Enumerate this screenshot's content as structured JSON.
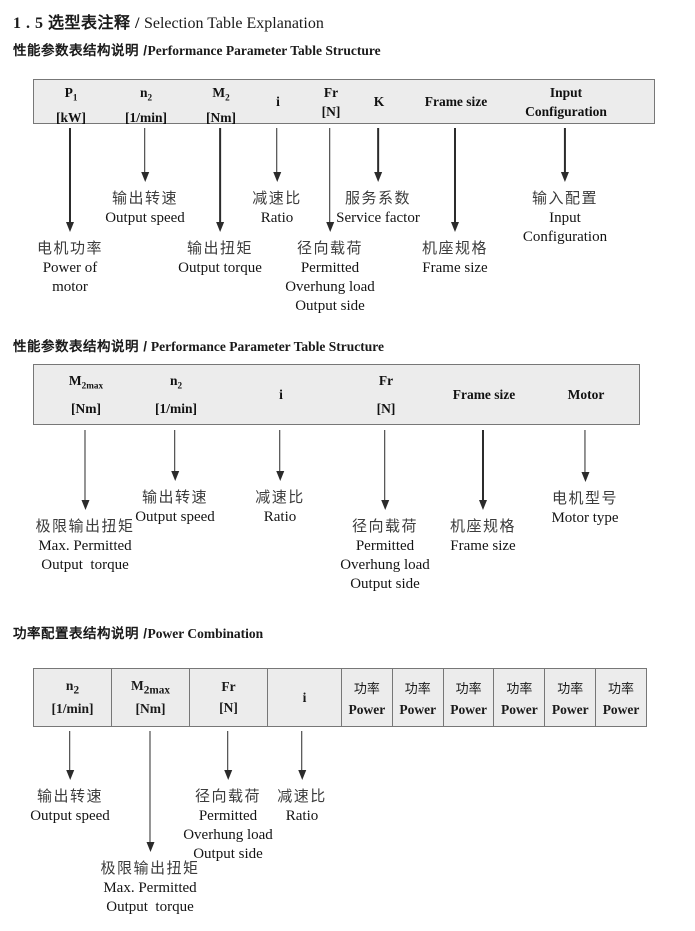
{
  "title": {
    "zh": "1 . 5 选型表注释 /",
    "en": " Selection Table Explanation"
  },
  "colors": {
    "table_bg": "#ececec",
    "table_border": "#777777",
    "arrow": "#2b2b2b",
    "text": "#1a1a1a"
  },
  "s1": {
    "heading_zh": "性能参数表结构说明 /",
    "heading_en": "Performance Parameter Table Structure",
    "columns": {
      "c1": {
        "sym": "P",
        "sub": "1",
        "unit": "[kW]"
      },
      "c2": {
        "sym": "n",
        "sub": "2",
        "unit": "[1/min]"
      },
      "c3": {
        "sym": "M",
        "sub": "2",
        "unit": "[Nm]"
      },
      "c4": {
        "sym": "i"
      },
      "c5": {
        "sym": "Fr",
        "unit": "[N]"
      },
      "c6": {
        "sym": "K"
      },
      "c7": {
        "sym": "Frame size"
      },
      "c8": {
        "sym": "Input",
        "unit": "Configuration"
      }
    },
    "callouts": {
      "power_of_motor": {
        "lines": [
          "电机功率",
          "Power of",
          "motor"
        ]
      },
      "output_speed": {
        "lines": [
          "输出转速",
          "Output speed"
        ]
      },
      "output_torque": {
        "lines": [
          "输出扭矩",
          "Output torque"
        ]
      },
      "ratio": {
        "lines": [
          "减速比",
          "Ratio"
        ]
      },
      "overhung_load": {
        "lines": [
          "径向载荷",
          "Permitted",
          "Overhung load",
          "Output side"
        ]
      },
      "service_factor": {
        "lines": [
          "服务系数",
          "Service factor"
        ]
      },
      "frame_size": {
        "lines": [
          "机座规格",
          "Frame size"
        ]
      },
      "input_configuration": {
        "lines": [
          "输入配置",
          "Input",
          "Configuration"
        ]
      }
    }
  },
  "s2": {
    "heading_zh": "性能参数表结构说明 /",
    "heading_en": " Performance Parameter Table Structure",
    "columns": {
      "c1": {
        "sym": "M",
        "sub": "2max",
        "unit": "[Nm]"
      },
      "c2": {
        "sym": "n",
        "sub": "2",
        "unit": "[1/min]"
      },
      "c3": {
        "sym": "i"
      },
      "c4": {
        "sym": "Fr",
        "unit": "[N]"
      },
      "c5": {
        "sym": "Frame size"
      },
      "c6": {
        "sym": "Motor"
      }
    },
    "callouts": {
      "max_output_torque": {
        "lines": [
          "极限输出扭矩",
          "Max. Permitted",
          "Output  torque"
        ]
      },
      "output_speed": {
        "lines": [
          "输出转速",
          "Output speed"
        ]
      },
      "ratio": {
        "lines": [
          "减速比",
          "Ratio"
        ]
      },
      "overhung_load": {
        "lines": [
          "径向载荷",
          "Permitted",
          "Overhung load",
          "Output side"
        ]
      },
      "frame_size": {
        "lines": [
          "机座规格",
          "Frame size"
        ]
      },
      "motor_type": {
        "lines": [
          "电机型号",
          "Motor type"
        ]
      }
    }
  },
  "s3": {
    "heading_zh": "功率配置表结构说明 /",
    "heading_en": "Power Combination",
    "columns": {
      "c1": {
        "sym": "n",
        "sub": "2",
        "unit": "[1/min]"
      },
      "c2": {
        "sym": "M",
        "sub": "2max",
        "unit": "[Nm]"
      },
      "c3": {
        "sym": "Fr",
        "unit": "[N]"
      },
      "c4": {
        "sym": "i"
      }
    },
    "power_header": {
      "zh": "功率",
      "en": "Power"
    },
    "callouts": {
      "output_speed": {
        "lines": [
          "输出转速",
          "Output speed"
        ]
      },
      "max_output_torque": {
        "lines": [
          "极限输出扭矩",
          "Max. Permitted",
          "Output  torque"
        ]
      },
      "overhung_load": {
        "lines": [
          "径向载荷",
          "Permitted",
          "Overhung load",
          "Output side"
        ]
      },
      "ratio": {
        "lines": [
          "减速比",
          "Ratio"
        ]
      }
    }
  }
}
